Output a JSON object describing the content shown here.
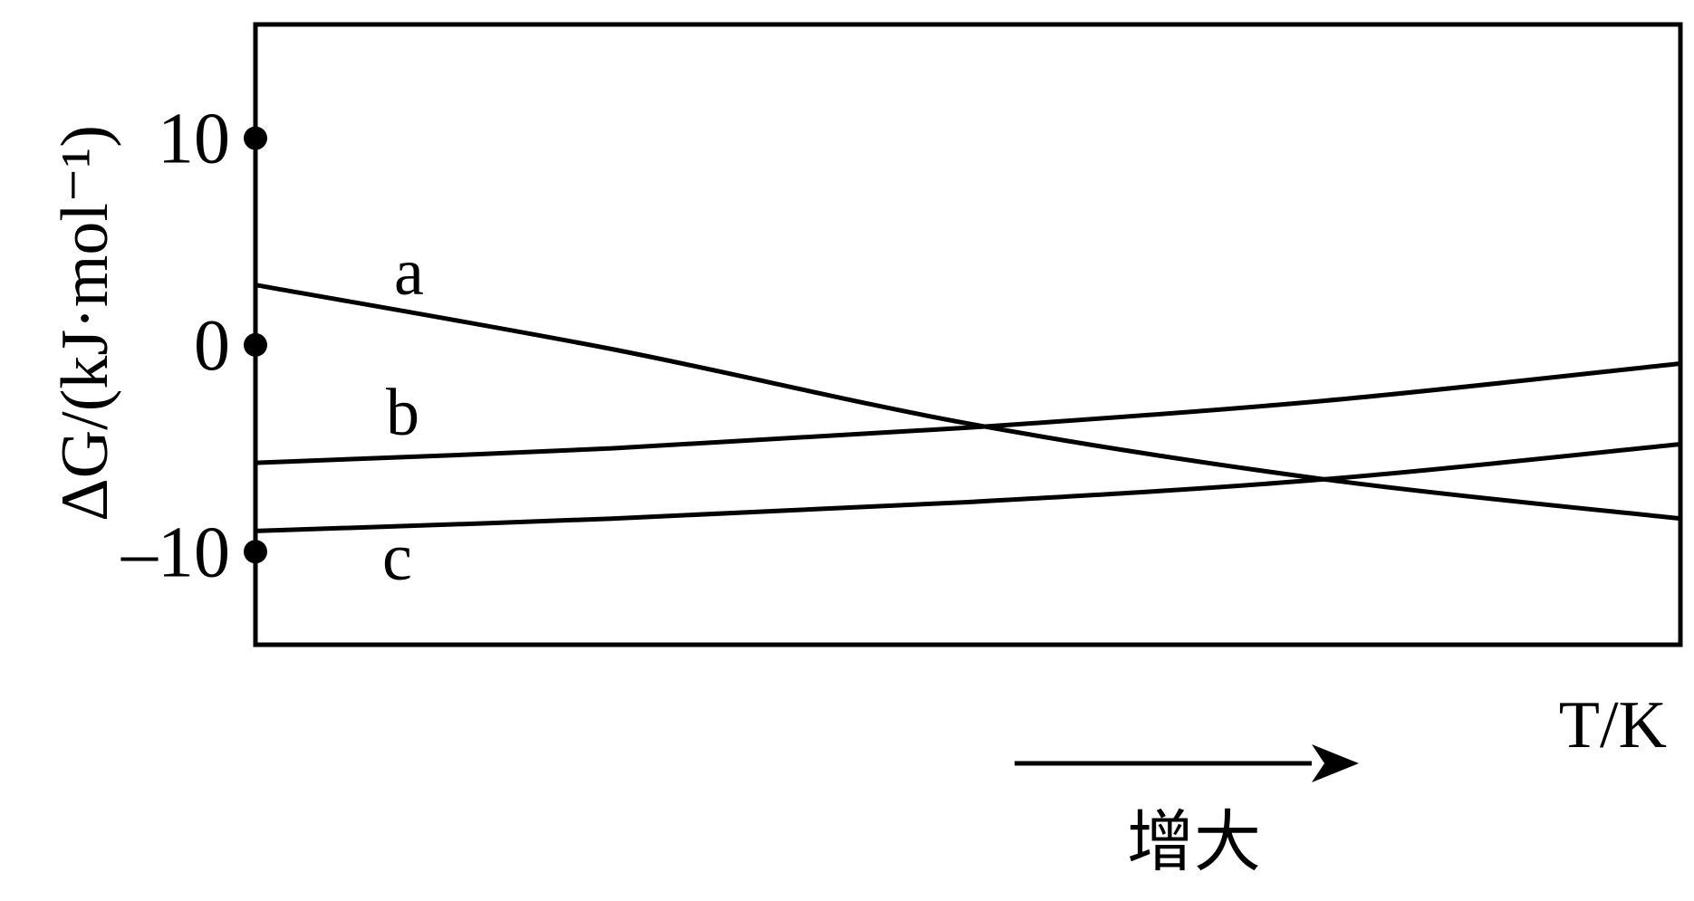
{
  "chart_data": {
    "type": "line",
    "ylabel": "ΔG/(kJ·mol⁻¹)",
    "xlabel": "T/K",
    "x_note": "增大",
    "ylim": [
      -14.5,
      15.5
    ],
    "xlim": [
      0,
      100
    ],
    "y_ticks": [
      10,
      0,
      -10
    ],
    "y_tick_labels": [
      "10",
      "0",
      "–10"
    ],
    "grid": false,
    "series": [
      {
        "name": "a",
        "points": [
          [
            0,
            2.9
          ],
          [
            25,
            -0.2
          ],
          [
            50,
            -3.8
          ],
          [
            75,
            -6.5
          ],
          [
            100,
            -8.4
          ]
        ]
      },
      {
        "name": "b",
        "points": [
          [
            0,
            -5.7
          ],
          [
            25,
            -5.0
          ],
          [
            50,
            -4.0
          ],
          [
            75,
            -2.7
          ],
          [
            100,
            -0.9
          ]
        ]
      },
      {
        "name": "c",
        "points": [
          [
            0,
            -9.0
          ],
          [
            25,
            -8.4
          ],
          [
            50,
            -7.6
          ],
          [
            75,
            -6.5
          ],
          [
            100,
            -4.8
          ]
        ]
      }
    ],
    "intersections": [
      {
        "between": [
          "a",
          "b"
        ],
        "x": 56,
        "y": -4.0
      },
      {
        "between": [
          "a",
          "c"
        ],
        "x": 78,
        "y": -6.6
      }
    ]
  },
  "colors": {
    "ink": "#000000",
    "background": "#ffffff"
  }
}
